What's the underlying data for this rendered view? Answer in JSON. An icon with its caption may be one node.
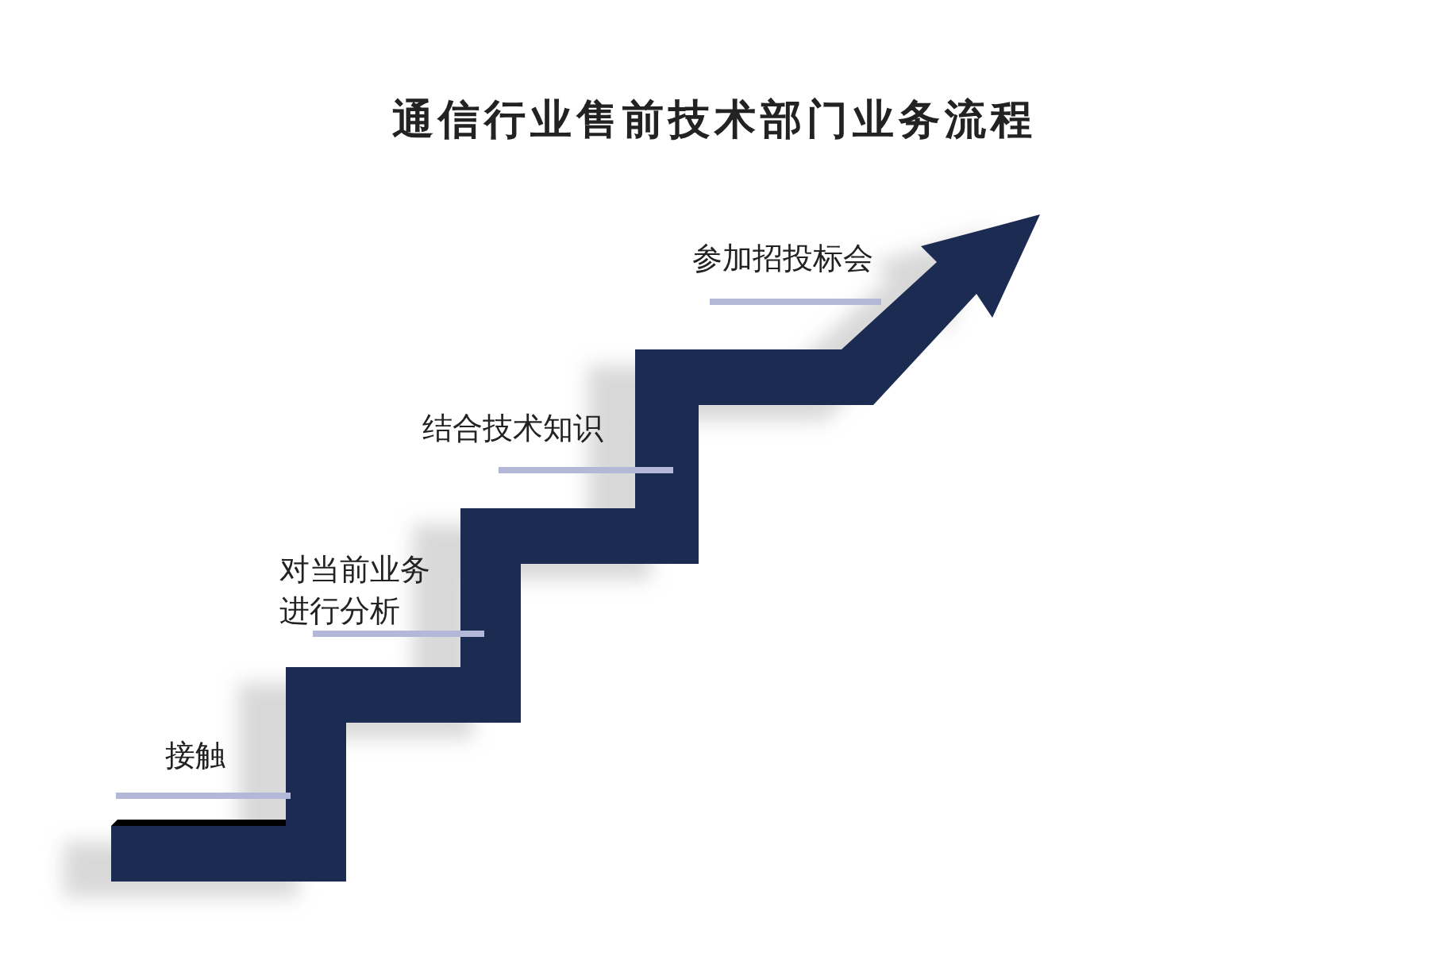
{
  "diagram": {
    "title": "通信行业售前技术部门业务流程",
    "labels": [
      "参加招投标会",
      "结合技术知识",
      "对当前业务进行分析",
      "接触"
    ]
  }
}
